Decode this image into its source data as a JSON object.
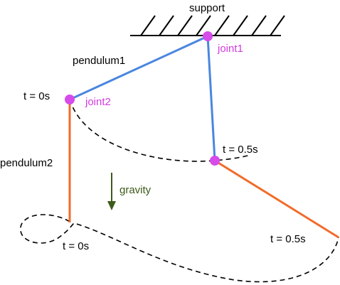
{
  "labels": {
    "support": "support",
    "pendulum1": "pendulum1",
    "pendulum2": "pendulum2",
    "joint1": "joint1",
    "joint2": "joint2",
    "gravity": "gravity",
    "time_joint2_start": "t = 0s",
    "time_joint1_end": "t = 0.5s",
    "time_tip_start": "t = 0s",
    "time_tip_end": "t = 0.5s"
  },
  "colors": {
    "pendulum1_link": "#4a86e0",
    "pendulum2_link": "#f26b2a",
    "joint": "#d64bea",
    "joint_label": "#d23ce0",
    "gravity": "#3d5a1a",
    "trace": "#000000",
    "text": "#000000"
  }
}
